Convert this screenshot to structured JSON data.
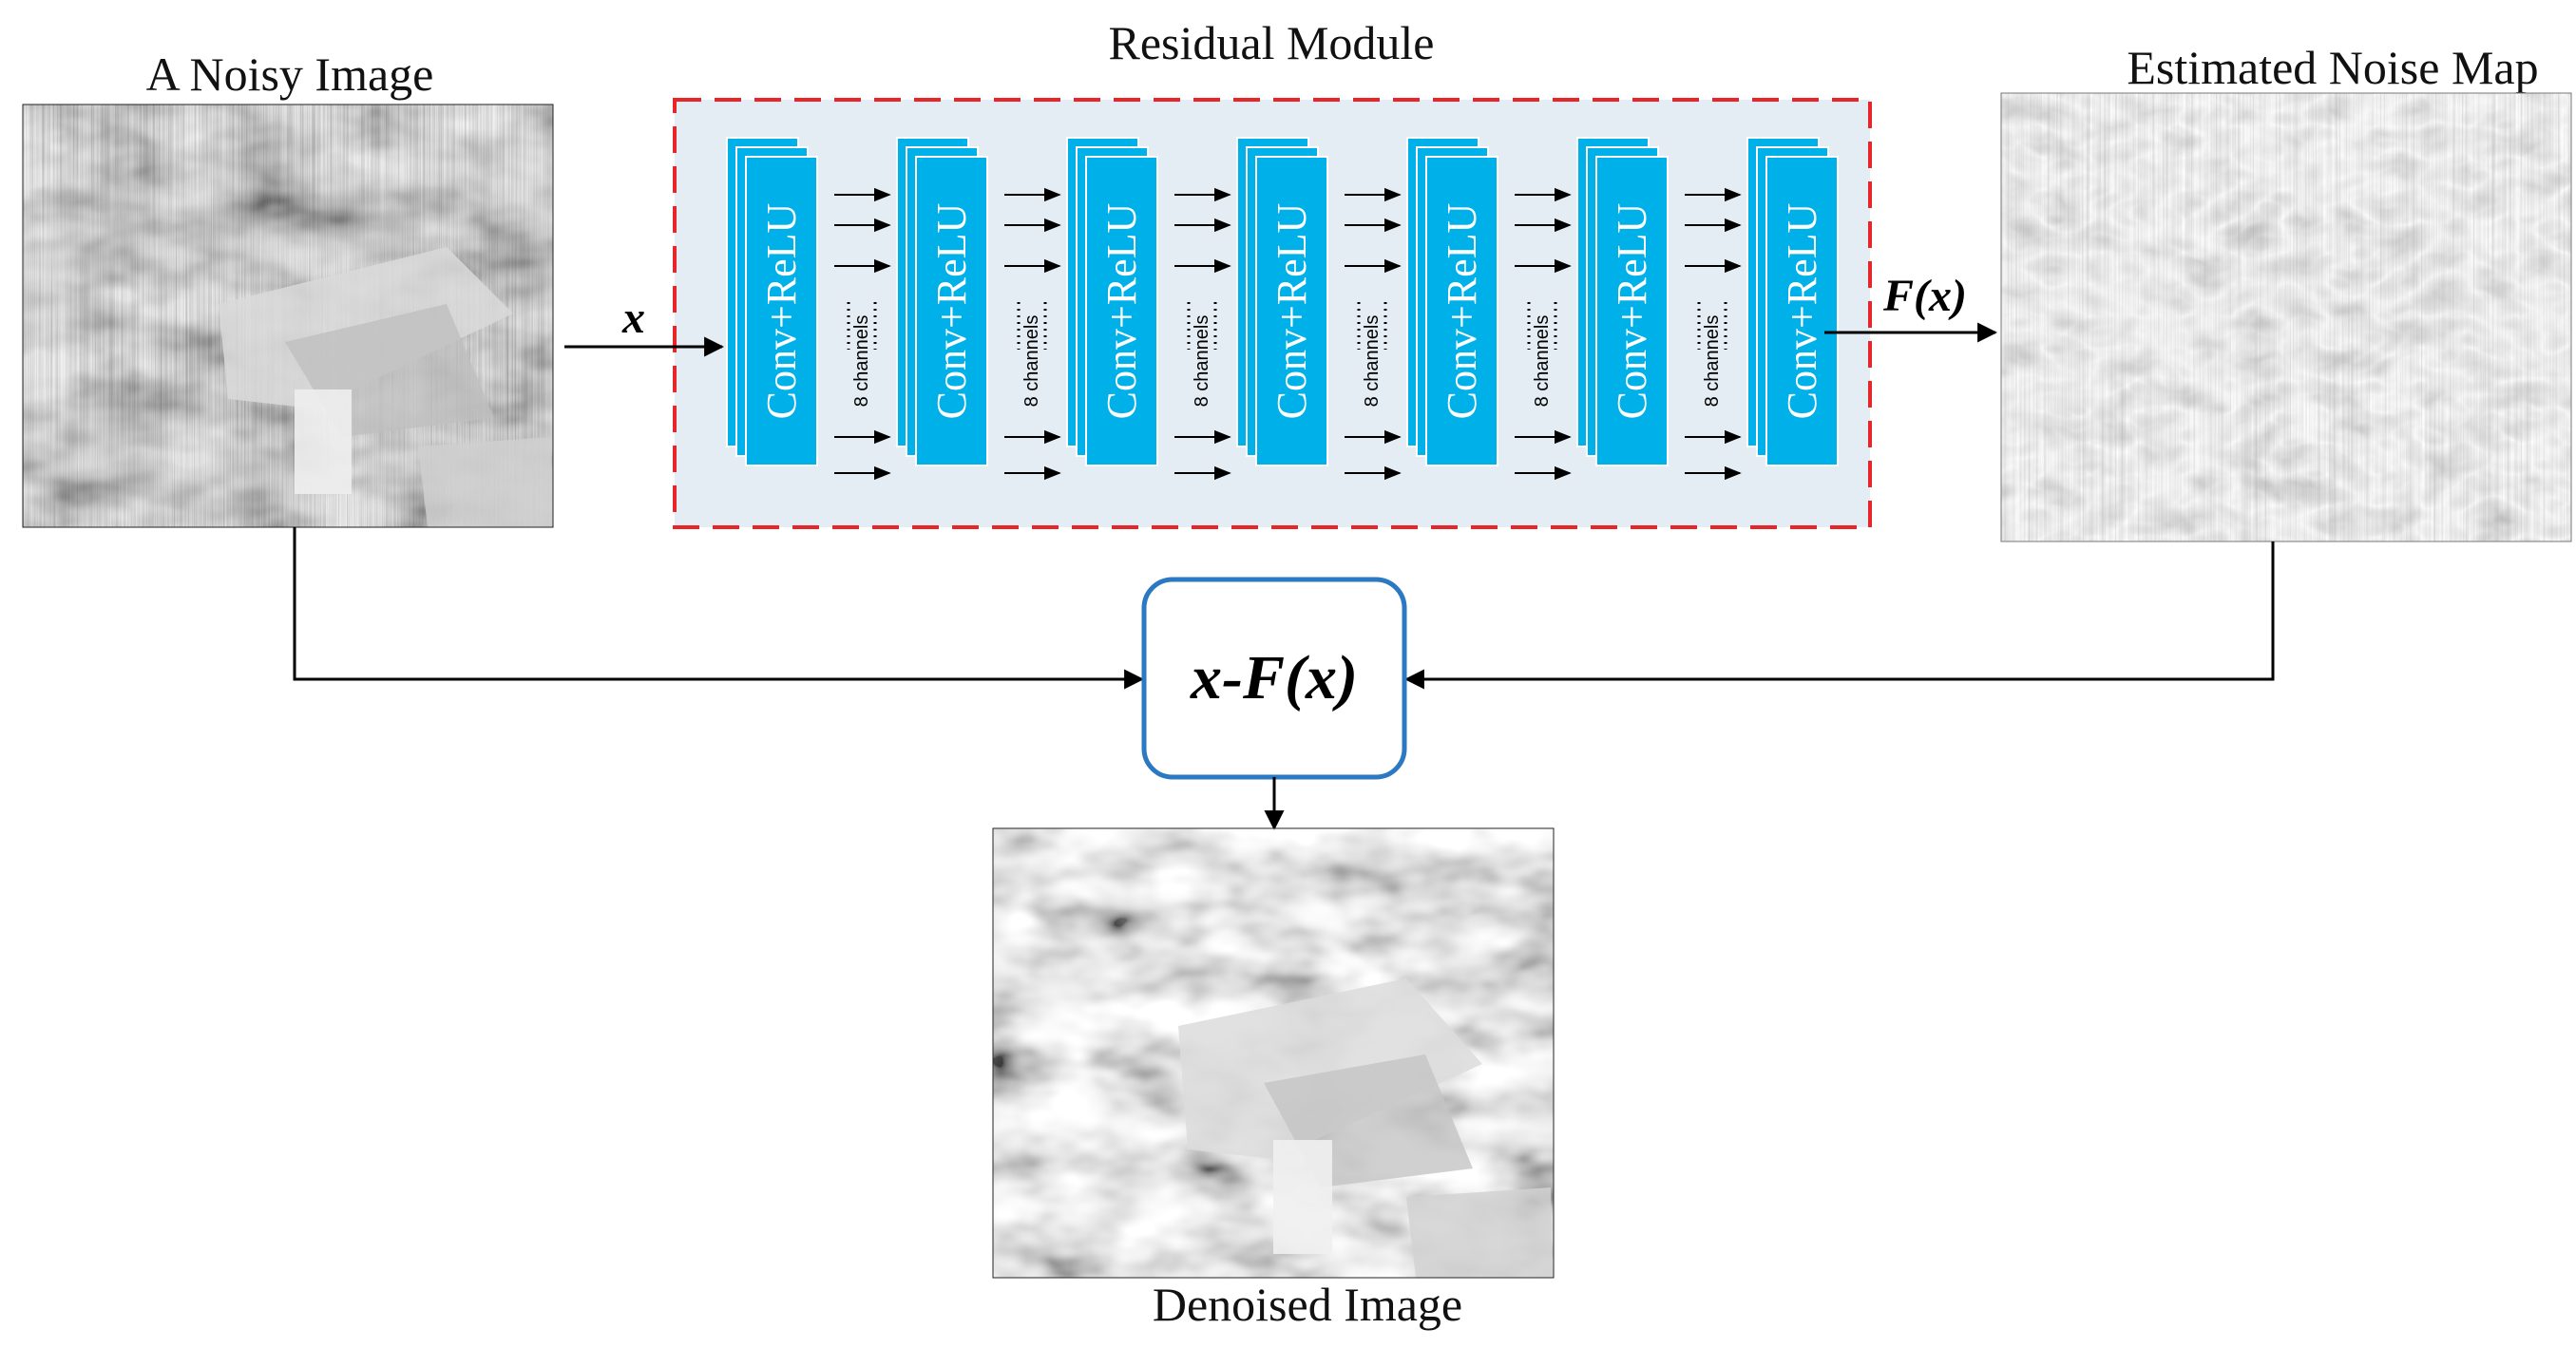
{
  "titles": {
    "noisy_image": "A Noisy Image",
    "residual_module": "Residual Module",
    "noise_map": "Estimated Noise Map",
    "denoised_image": "Denoised Image"
  },
  "labels": {
    "input": "x",
    "residual_output": "F(x)",
    "subtraction": "x-F(x)"
  },
  "layers": [
    {
      "label": "Conv+ReLU"
    },
    {
      "label": "Conv+ReLU"
    },
    {
      "label": "Conv+ReLU"
    },
    {
      "label": "Conv+ReLU"
    },
    {
      "label": "Conv+ReLU"
    },
    {
      "label": "Conv+ReLU"
    },
    {
      "label": "Conv+ReLU"
    }
  ],
  "channels_label": "8 channels",
  "colors": {
    "layer_fill": "#00B0E8",
    "module_border": "#E8262A",
    "module_bg": "#E3EDF3",
    "subtract_border": "#2B79C2"
  }
}
